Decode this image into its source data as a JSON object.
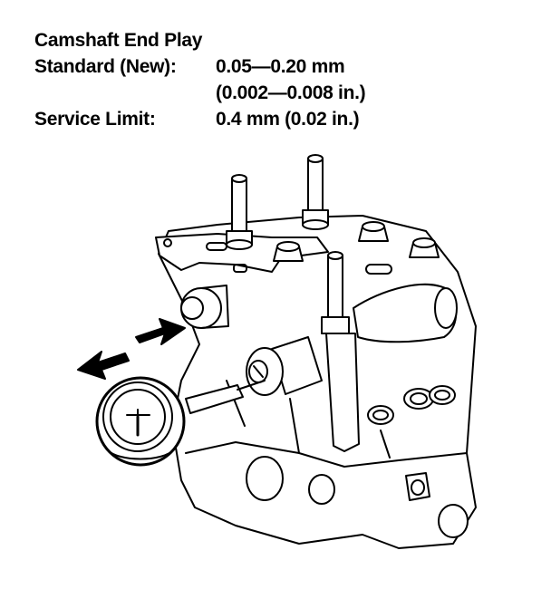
{
  "spec": {
    "title": "Camshaft End Play",
    "standard_label": "Standard (New):",
    "standard_value": "0.05—0.20 mm",
    "standard_value_in": "(0.002—0.008 in.)",
    "limit_label": "Service Limit:",
    "limit_value": "0.4 mm (0.02 in.)"
  },
  "illustration": {
    "subject": "cylinder-head-with-dial-indicator",
    "line_color": "#000000",
    "fill_color": "#ffffff",
    "arrow_color": "#000000"
  }
}
